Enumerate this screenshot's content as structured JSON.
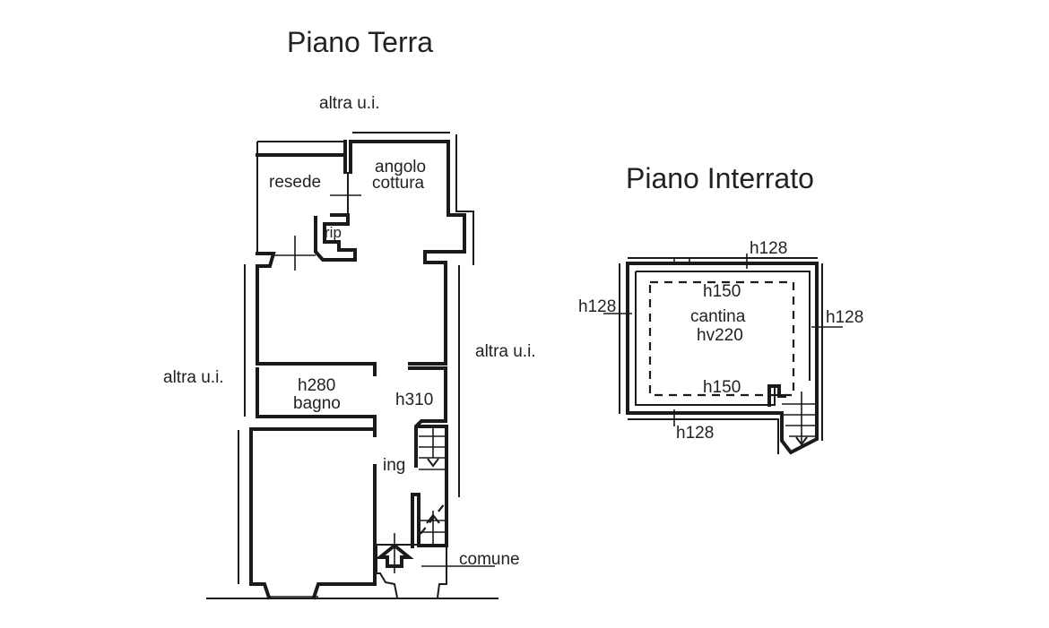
{
  "ground_floor": {
    "title": "Piano Terra",
    "labels": {
      "adjacent_top": "altra u.i.",
      "adjacent_left": "altra u.i.",
      "adjacent_right": "altra u.i.",
      "resede": "resede",
      "kitchen_line1": "angolo",
      "kitchen_line2": "cottura",
      "rip": "rip",
      "bath_height": "h280",
      "bath": "bagno",
      "hall_height": "h310",
      "entrance": "ing",
      "common": "comune"
    }
  },
  "basement": {
    "title": "Piano Interrato",
    "labels": {
      "h_top": "h128",
      "h_left": "h128",
      "h_right": "h128",
      "h_bottom": "h128",
      "inner_top": "h150",
      "inner_bottom": "h150",
      "room": "cantina",
      "room_height": "hv220"
    }
  }
}
